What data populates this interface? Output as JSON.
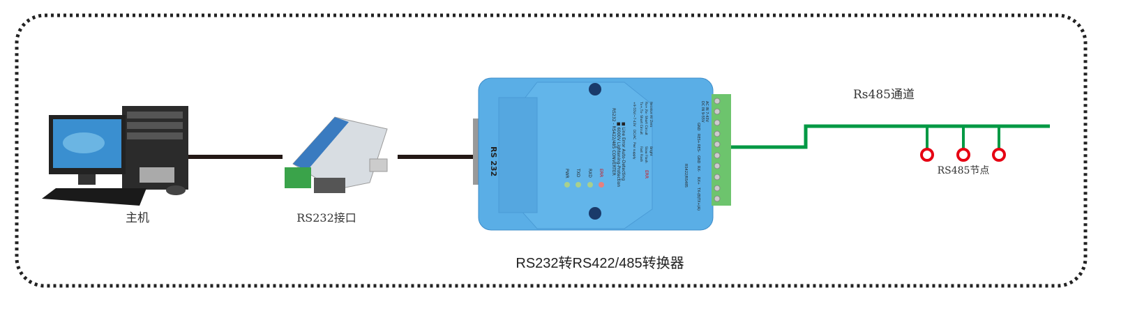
{
  "labels": {
    "host": "主机",
    "rs232_port": "RS232接口",
    "converter": "RS232转RS422/485转换器",
    "channel": "Rs485通道",
    "node": "RS485节点"
  },
  "converter": {
    "port_label": "RS 232",
    "leds": [
      "PWR",
      "TXD",
      "RXD",
      "ERR"
    ],
    "title": "RS232 - RS422/485 CONVERTER",
    "feature1": "■ 6000V Lightening-Protection",
    "feature2": "■ Line Error Auto-Detecting",
    "err_label": "ERR",
    "err_rows": [
      [
        "Fast Flash",
        "Tx+,Tx- Short Circuit"
      ],
      [
        "Slow Flash",
        "Rx+,Rx- Short Circuit"
      ],
      [
        "Bright",
        "Receive All Zero"
      ]
    ],
    "pwr_label": "Pwr supply",
    "pwr_type": "DC/AC",
    "pwr_range": "+9-55V/~7-43V",
    "terminals": [
      "DC IN 9-55V",
      "AC IN 7-43V",
      "GND",
      "RES+",
      "RES-",
      "GND",
      "RX-",
      "RX+",
      "TX-(B)",
      "TX+(A)"
    ],
    "bus_label": "RS422/RS485"
  },
  "colors": {
    "bus": "#009944",
    "node": "#e60012",
    "device": "#5aaee6",
    "cable": "#231815"
  }
}
